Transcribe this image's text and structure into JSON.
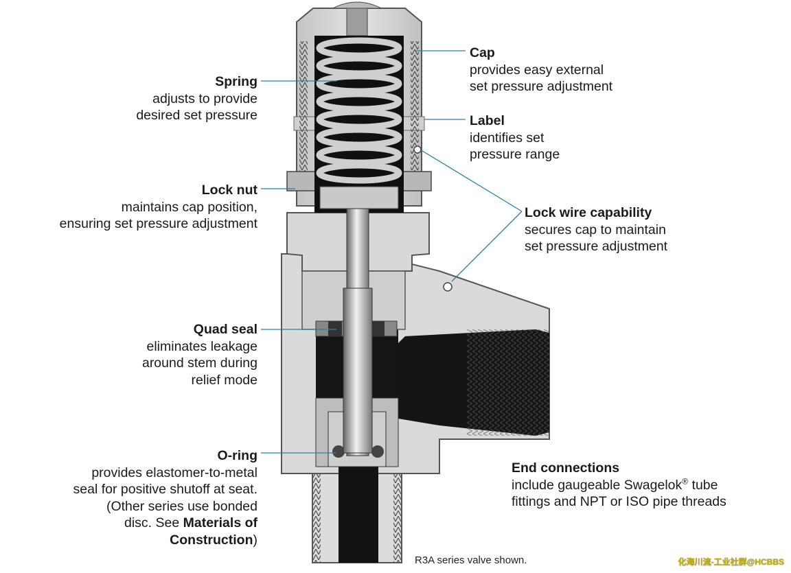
{
  "callouts": {
    "spring": {
      "title": "Spring",
      "desc": "adjusts to provide\ndesired set pressure"
    },
    "lock_nut": {
      "title": "Lock nut",
      "desc": "maintains cap position,\nensuring set pressure adjustment"
    },
    "quad_seal": {
      "title": "Quad seal",
      "desc": "eliminates leakage\naround stem during\nrelief mode"
    },
    "o_ring": {
      "title": "O-ring",
      "desc": "provides elastomer-to-metal\nseal for positive shutoff at seat.\n(Other series use bonded\ndisc. See ",
      "desc_bold": "Materials of\nConstruction",
      "desc_tail": ")"
    },
    "cap": {
      "title": "Cap",
      "desc": "provides easy external\nset pressure adjustment"
    },
    "label": {
      "title": "Label",
      "desc": "identifies set\npressure range"
    },
    "lock_wire": {
      "title": "Lock wire capability",
      "desc": "secures cap to maintain\nset pressure adjustment"
    },
    "end_connections": {
      "title": "End connections",
      "desc_a": "include gaugeable Swagelok",
      "reg": "®",
      "desc_b": " tube\nfittings and NPT or ISO pipe threads"
    }
  },
  "caption": "R3A series valve shown.",
  "watermark": "化海川流-工业社群@HCBBS",
  "colors": {
    "leader": "#2a7fa8",
    "metal": "#d6d6d6",
    "dark": "#111111",
    "outline": "#555555"
  }
}
